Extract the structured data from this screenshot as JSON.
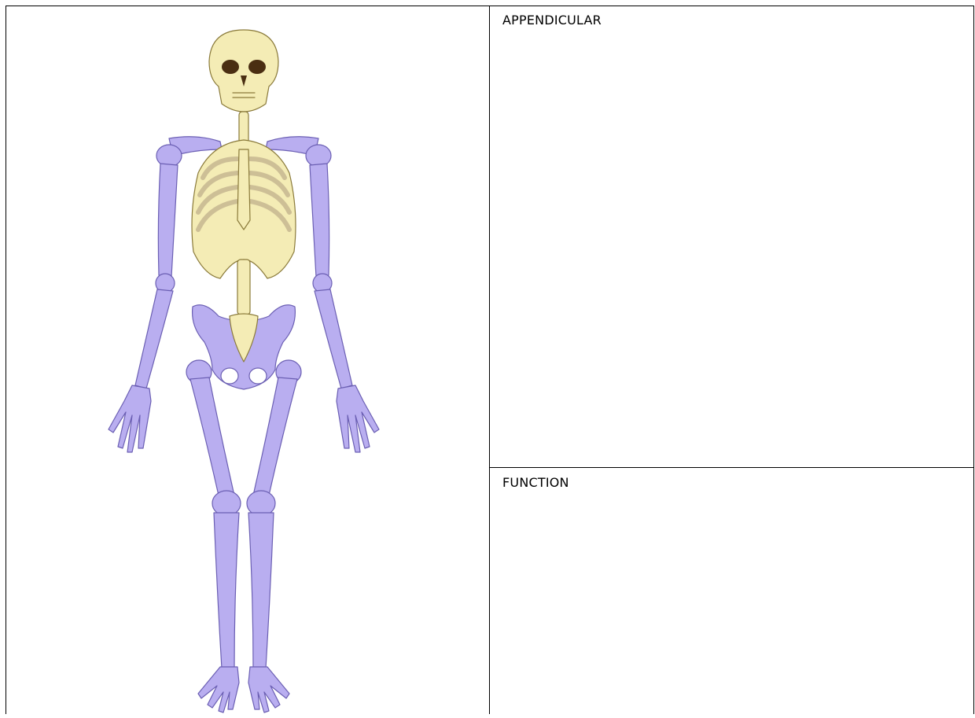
{
  "table": {
    "cells": {
      "appendicular_label": "APPENDICULAR",
      "function_label": "FUNCTION"
    }
  },
  "figure": {
    "subject": "human skeleton, appendicular bones highlighted",
    "colors": {
      "axial_bone": "#f4ecb5",
      "axial_outline": "#8a7a3a",
      "ribs_shade": "#cdbf96",
      "appendicular_bone": "#b9aef0",
      "appendicular_outline": "#6b5fb3",
      "eye_socket": "#4a2e12"
    }
  }
}
